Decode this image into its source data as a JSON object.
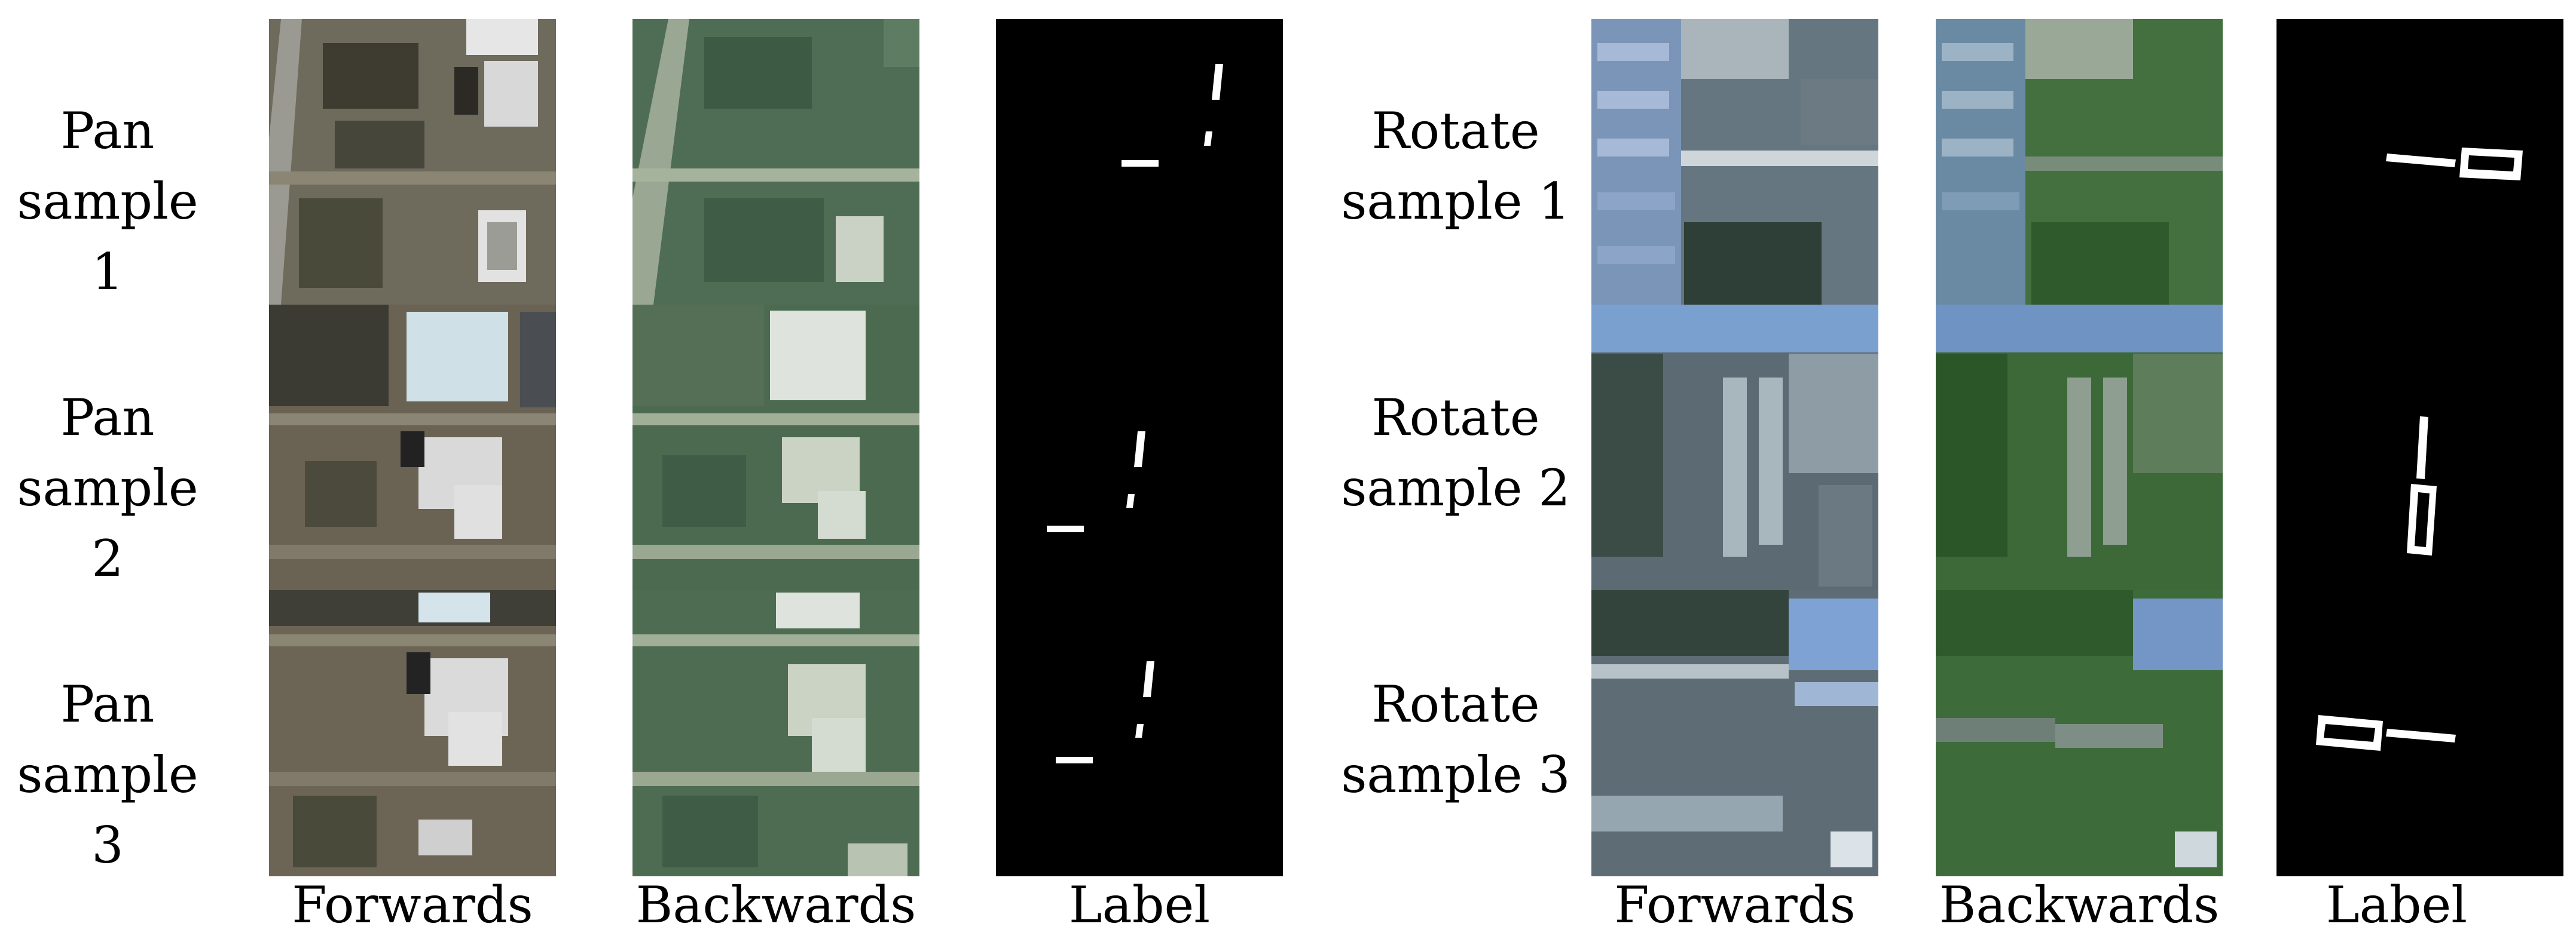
{
  "left_group": {
    "rows": [
      {
        "line1": "Pan",
        "line2": "sample 1"
      },
      {
        "line1": "Pan",
        "line2": "sample 2"
      },
      {
        "line1": "Pan",
        "line2": "sample 3"
      }
    ],
    "columns": [
      "Forwards",
      "Backwards",
      "Label"
    ]
  },
  "right_group": {
    "rows": [
      {
        "line1": "Rotate",
        "line2": "sample 1"
      },
      {
        "line1": "Rotate",
        "line2": "sample 2"
      },
      {
        "line1": "Rotate",
        "line2": "sample 3"
      }
    ],
    "columns": [
      "Forwards",
      "Backwards",
      "Label"
    ]
  },
  "colors": {
    "pan_forwards": "#6b6456",
    "pan_backwards": "#4d6a52",
    "rotate_forwards": "#5f6f78",
    "rotate_backwards": "#3f6b3c",
    "label_background": "#000000",
    "label_foreground": "#ffffff"
  }
}
